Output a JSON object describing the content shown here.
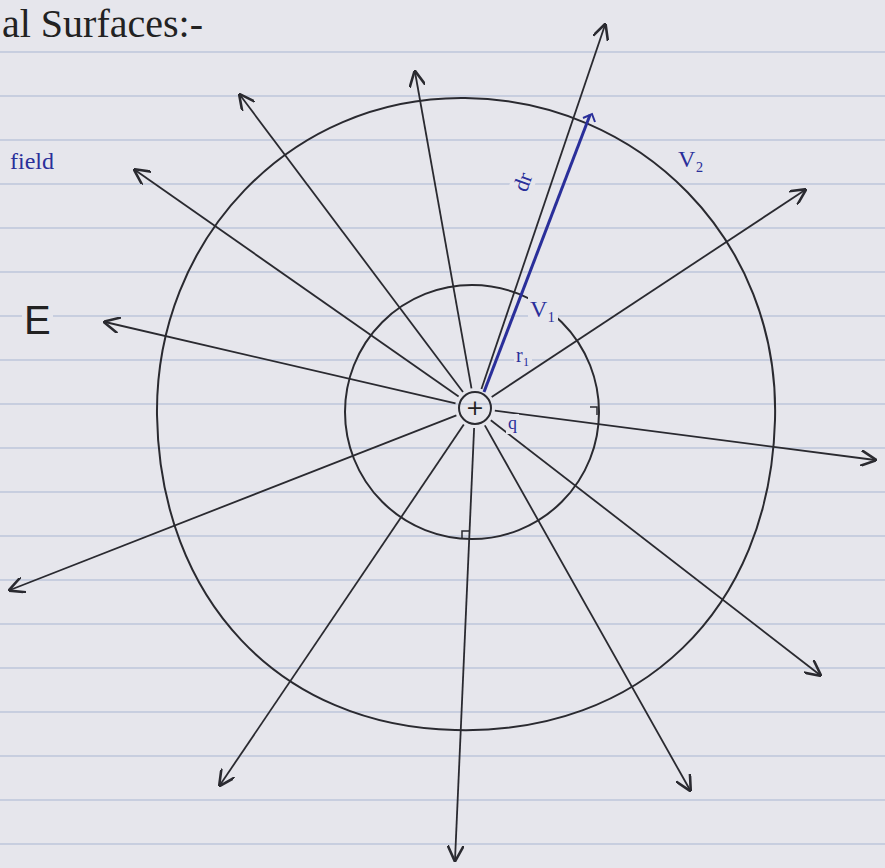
{
  "diagram": {
    "title": "al Surfaces:-",
    "nodes": [
      {
        "text": [
          "+"
        ]
      }
    ],
    "labels": [
      "field",
      "E",
      "V₂",
      "V₁",
      "r₁",
      "q",
      "dr"
    ]
  }
}
